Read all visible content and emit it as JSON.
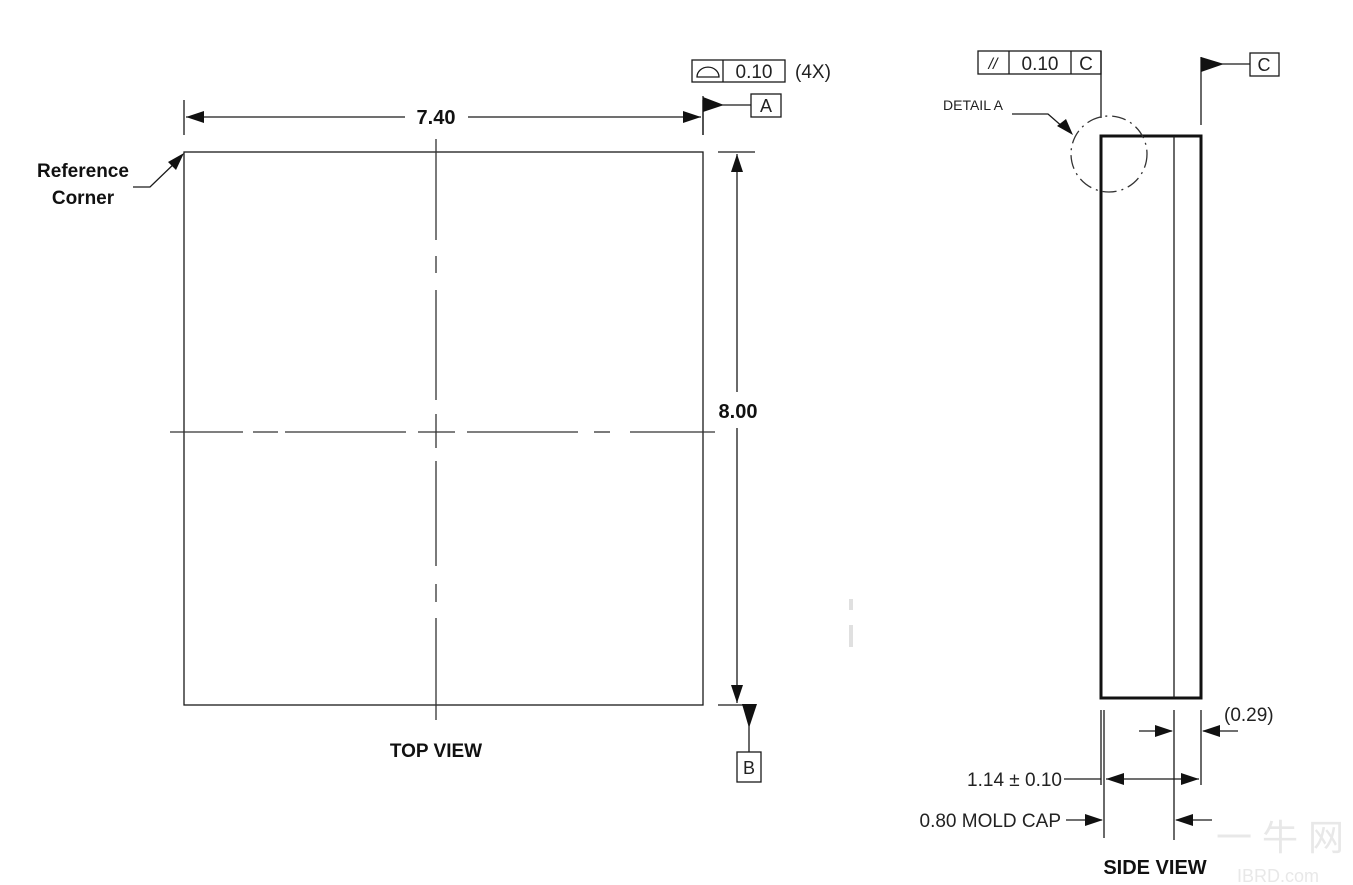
{
  "top_view": {
    "title": "TOP VIEW",
    "width_dim": "7.40",
    "height_dim": "8.00",
    "reference_label_line1": "Reference",
    "reference_label_line2": "Corner",
    "flatness_tolerance": "0.10",
    "flatness_count": "(4X)",
    "flatness_symbol": "flatness-icon",
    "datum_a": "A",
    "datum_b": "B"
  },
  "side_view": {
    "title": "SIDE VIEW",
    "parallelism_symbol": "//",
    "parallelism_tolerance": "0.10",
    "parallelism_datum": "C",
    "datum_c": "C",
    "detail_label": "DETAIL A",
    "substrate_dim": "(0.29)",
    "total_thickness_dim": "1.14 ± 0.10",
    "mold_cap_dim": "0.80 MOLD CAP"
  },
  "watermark": {
    "line1": "一 牛 网",
    "line2": "IBRD.com"
  }
}
